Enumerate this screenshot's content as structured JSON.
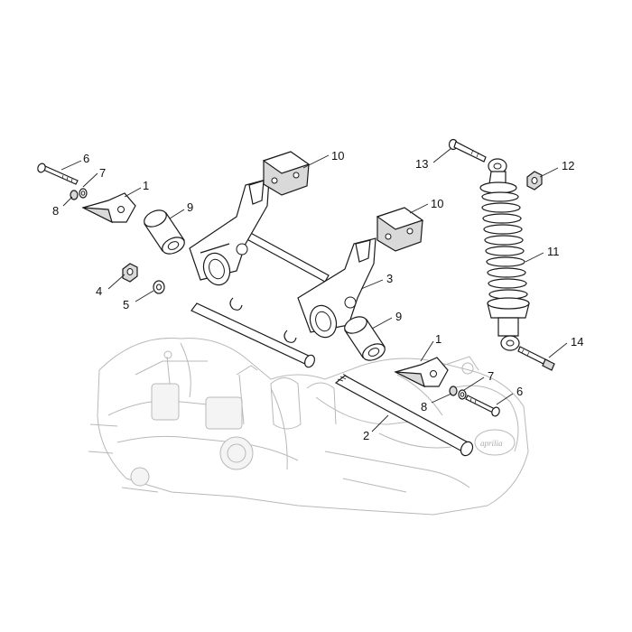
{
  "callouts": {
    "c1a": "1",
    "c1b": "1",
    "c2": "2",
    "c3": "3",
    "c4": "4",
    "c5": "5",
    "c6a": "6",
    "c6b": "6",
    "c7a": "7",
    "c7b": "7",
    "c8a": "8",
    "c8b": "8",
    "c9a": "9",
    "c9b": "9",
    "c10a": "10",
    "c10b": "10",
    "c11": "11",
    "c12": "12",
    "c13": "13",
    "c14": "14"
  },
  "engine_logo_text": "aprilia"
}
